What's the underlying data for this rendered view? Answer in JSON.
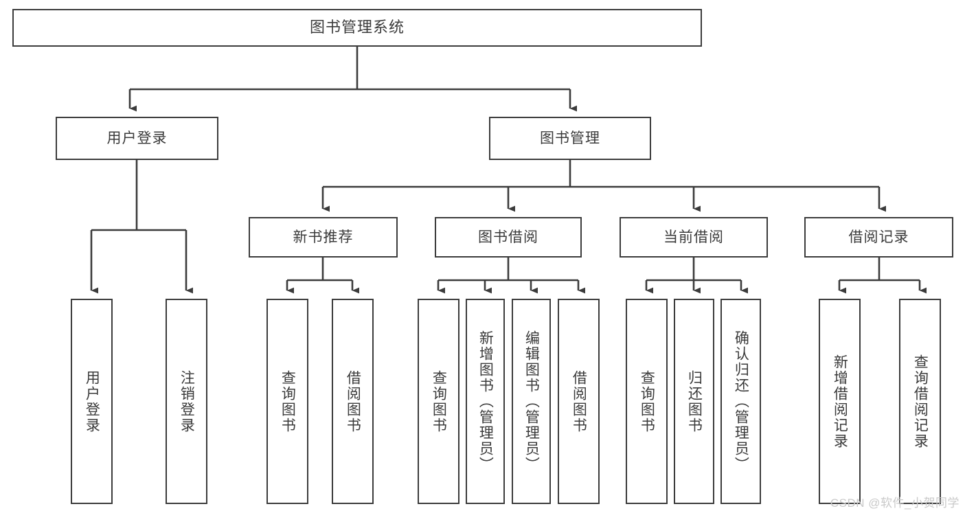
{
  "diagram": {
    "title": "图书管理系统",
    "type": "tree-hierarchy",
    "colors": {
      "background": "#ffffff",
      "box_border": "#3b3b3b",
      "box_fill": "#ffffff",
      "text": "#3a3a3a",
      "connector": "#3b3b3b",
      "watermark": "#c9c9c9"
    }
  },
  "root": {
    "label": "图书管理系统"
  },
  "level2": [
    {
      "label": "用户登录"
    },
    {
      "label": "图书管理"
    }
  ],
  "level3": [
    {
      "label": "新书推荐"
    },
    {
      "label": "图书借阅"
    },
    {
      "label": "当前借阅"
    },
    {
      "label": "借阅记录"
    }
  ],
  "leaves": {
    "user_login": [
      {
        "label": "用户登录"
      },
      {
        "label": "注销登录"
      }
    ],
    "new_book": [
      {
        "label": "查询图书"
      },
      {
        "label": "借阅图书"
      }
    ],
    "book_borrow": [
      {
        "label": "查询图书"
      },
      {
        "label": "新增图书（管理员）"
      },
      {
        "label": "编辑图书（管理员）"
      },
      {
        "label": "借阅图书"
      }
    ],
    "current_borrow": [
      {
        "label": "查询图书"
      },
      {
        "label": "归还图书"
      },
      {
        "label": "确认归还（管理员）"
      }
    ],
    "borrow_record": [
      {
        "label": "新增借阅记录"
      },
      {
        "label": "查询借阅记录"
      }
    ]
  },
  "watermark": {
    "text": "CSDN @软件_小贺同学"
  }
}
